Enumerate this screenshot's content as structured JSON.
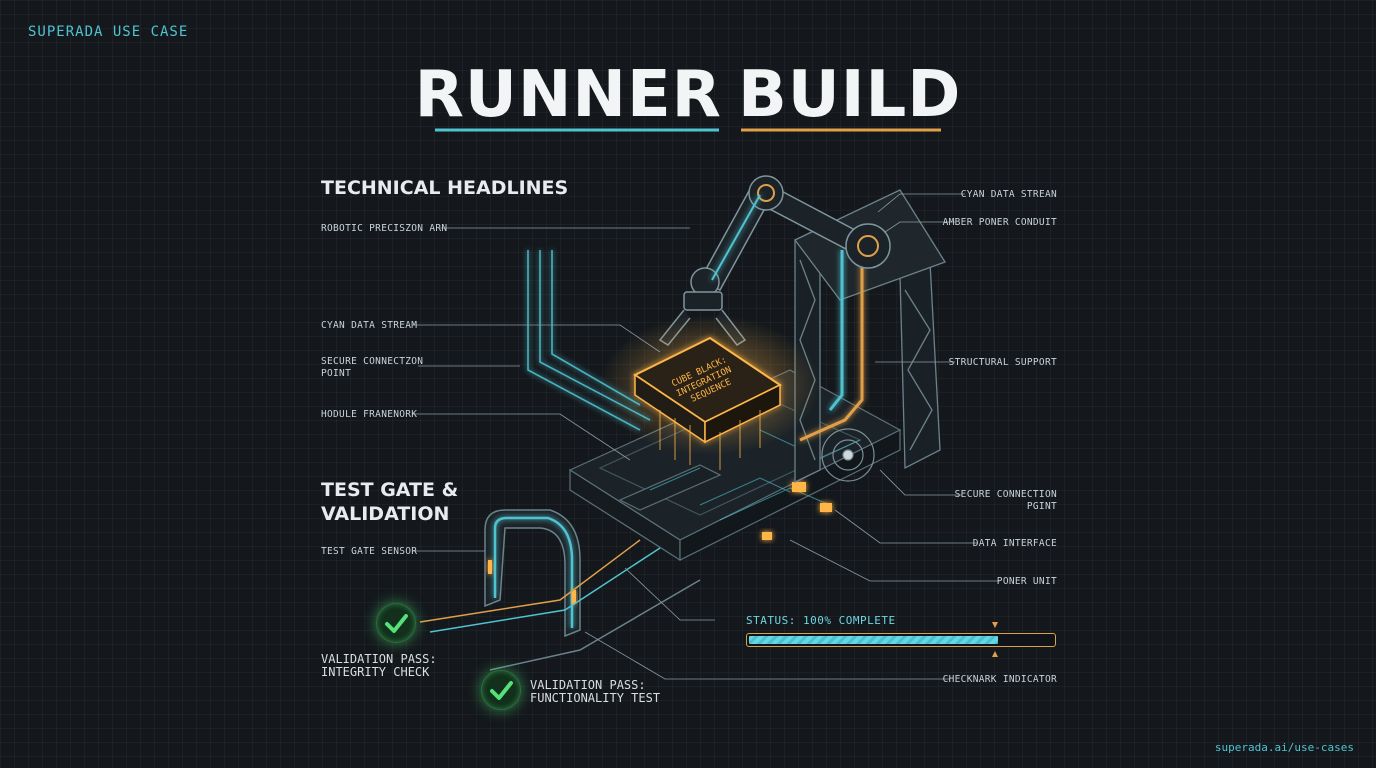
{
  "brand": "SUPERADA USE CASE",
  "title": {
    "word1": "RUNNER",
    "word2": "BUILD"
  },
  "sections": {
    "technical": "TECHNICAL HEADLINES",
    "test_gate": "TEST GATE &\nVALIDATION"
  },
  "labels_left": {
    "arm": "ROBOTIC PRECISZON ARN",
    "cyan": "CYAN DATA STREAM",
    "secure": "SECURE CONNECTZON\nPOINT",
    "module": "HODULE FRANENORK",
    "sensor": "TEST GATE SENSOR"
  },
  "labels_right": {
    "cyan": "CYAN DATA STREAN",
    "amber": "AMBER PONER CONDUIT",
    "structural": "STRUCTURAL SUPPORT",
    "secure": "SECURE CONNECTION\nPGINT",
    "data": "DATA INTERFACE",
    "power": "PONER UNIT",
    "checkmark": "CHECKNARK INDICATOR"
  },
  "chip_text": "CUBE BLACK:\nINTEGRATION\nSEQUENCE",
  "validation": {
    "pass1": "VALIDATION PASS:\nINTEGRITY CHECK",
    "pass2": "VALIDATION PASS:\nFUNCTIONALITY TEST"
  },
  "status": {
    "text": "STATUS: 100% COMPLETE",
    "progress": 0.82
  },
  "footer": "superada.ai/use-cases",
  "colors": {
    "cyan": "#4fc3d0",
    "amber": "#e0a04a",
    "green": "#3fd46a",
    "background": "#14181c"
  }
}
